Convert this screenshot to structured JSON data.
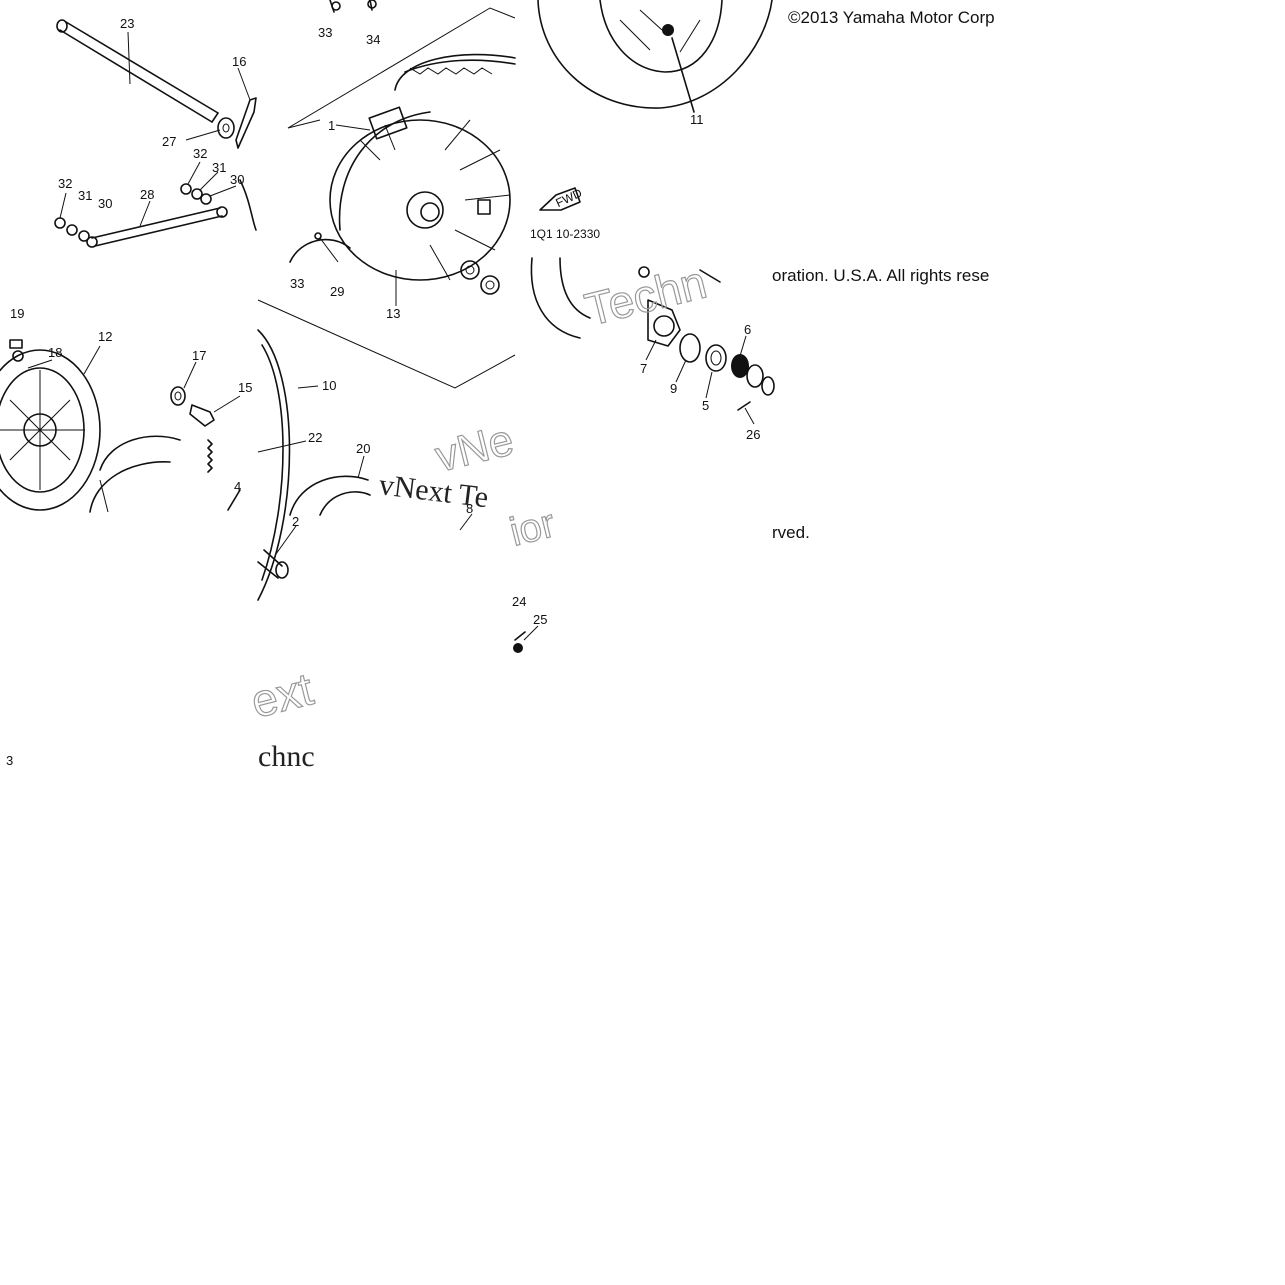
{
  "copyright": {
    "line1": "©2013 Yamaha Motor Corp",
    "line2": "oration. U.S.A. All rights rese",
    "line3": "rved."
  },
  "diagram_code": "1Q1 10-2330",
  "fwd_label": "FWD",
  "watermarks": {
    "serif_main": "vNext Te",
    "serif_small": "chnc",
    "outline_1": "Techn",
    "outline_2": "ext",
    "outline_3": "vNe",
    "outline_4": "ior"
  },
  "callouts": [
    {
      "id": "c23",
      "text": "23"
    },
    {
      "id": "c16",
      "text": "16"
    },
    {
      "id": "c27",
      "text": "27"
    },
    {
      "id": "c32a",
      "text": "32"
    },
    {
      "id": "c31a",
      "text": "31"
    },
    {
      "id": "c30a",
      "text": "30"
    },
    {
      "id": "c32b",
      "text": "32"
    },
    {
      "id": "c31b",
      "text": "31"
    },
    {
      "id": "c30b",
      "text": "30"
    },
    {
      "id": "c28",
      "text": "28"
    },
    {
      "id": "c33a",
      "text": "33"
    },
    {
      "id": "c34",
      "text": "34"
    },
    {
      "id": "c1",
      "text": "1"
    },
    {
      "id": "c11",
      "text": "11"
    },
    {
      "id": "c33b",
      "text": "33"
    },
    {
      "id": "c29",
      "text": "29"
    },
    {
      "id": "c13",
      "text": "13"
    },
    {
      "id": "c19",
      "text": "19"
    },
    {
      "id": "c18",
      "text": "18"
    },
    {
      "id": "c12",
      "text": "12"
    },
    {
      "id": "c17",
      "text": "17"
    },
    {
      "id": "c15",
      "text": "15"
    },
    {
      "id": "c10",
      "text": "10"
    },
    {
      "id": "c22",
      "text": "22"
    },
    {
      "id": "c20",
      "text": "20"
    },
    {
      "id": "c4",
      "text": "4"
    },
    {
      "id": "c2",
      "text": "2"
    },
    {
      "id": "c8",
      "text": "8"
    },
    {
      "id": "c6",
      "text": "6"
    },
    {
      "id": "c7",
      "text": "7"
    },
    {
      "id": "c9",
      "text": "9"
    },
    {
      "id": "c5",
      "text": "5"
    },
    {
      "id": "c26",
      "text": "26"
    },
    {
      "id": "c24",
      "text": "24"
    },
    {
      "id": "c25",
      "text": "25"
    },
    {
      "id": "c3",
      "text": "3"
    }
  ]
}
